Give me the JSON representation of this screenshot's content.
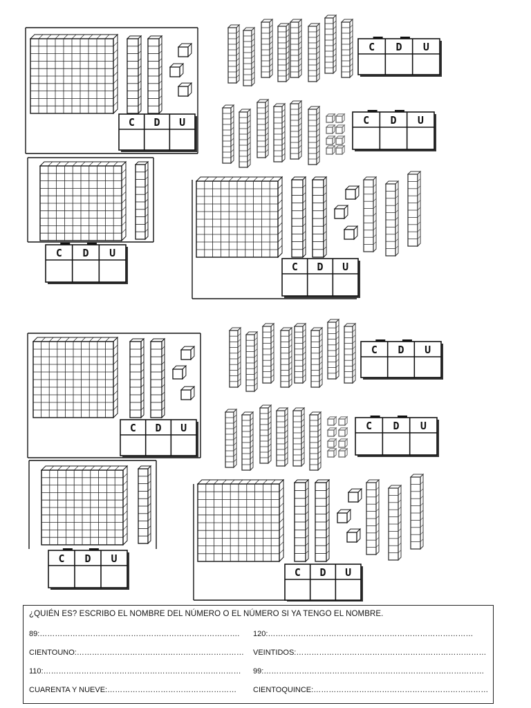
{
  "cdu_headers": [
    "C",
    "D",
    "U"
  ],
  "quiz": {
    "title": "¿QUIÉN ES? ESCRIBO EL NOMBRE DEL NÚMERO O EL NÚMERO SI YA TENGO EL NOMBRE.",
    "left": [
      {
        "label": "89:",
        "dots": "……………………………………………………………………."
      },
      {
        "label": "CIENTOUNO:",
        "dots": "…………………………………………………………"
      },
      {
        "label": "110:",
        "dots": "……………………………………………………………………"
      },
      {
        "label": "CUARENTA Y NUEVE:",
        "dots": "……………………………………………"
      }
    ],
    "right": [
      {
        "label": "120:",
        "dots": "………………………………………………………………………"
      },
      {
        "label": "VEINTIDOS:",
        "dots": "…………………………………………………………………"
      },
      {
        "label": "99:",
        "dots": "……………………………………………………………………………"
      },
      {
        "label": "CIENTOQUINCE:",
        "dots": "……………………………………………………………"
      }
    ]
  }
}
